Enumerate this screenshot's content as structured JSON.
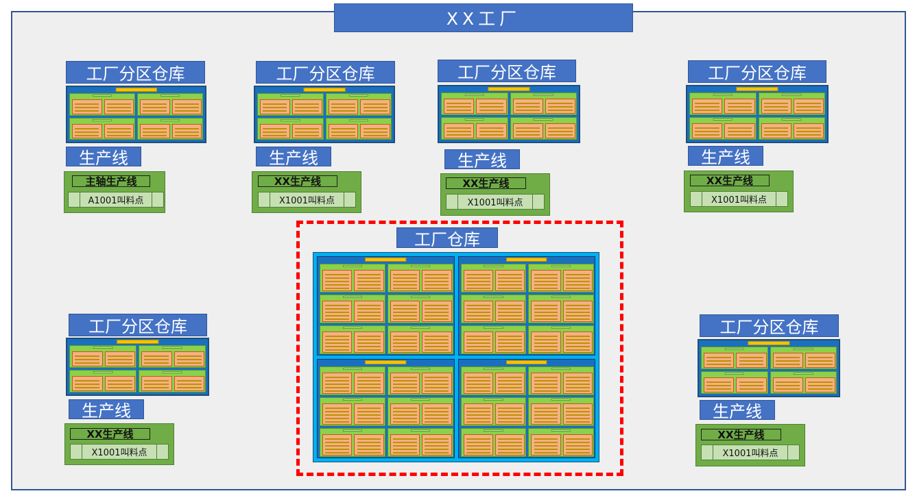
{
  "factory_title": "XX工厂",
  "main_warehouse": {
    "label": "工厂仓库"
  },
  "units": [
    {
      "id": "top-1",
      "warehouse_label": "工厂分区仓库",
      "line_label": "生产线",
      "line_name": "主轴生产线",
      "call_point": "A1001叫料点"
    },
    {
      "id": "top-2",
      "warehouse_label": "工厂分区仓库",
      "line_label": "生产线",
      "line_name": "XX生产线",
      "call_point": "X1001叫料点"
    },
    {
      "id": "top-3",
      "warehouse_label": "工厂分区仓库",
      "line_label": "生产线",
      "line_name": "XX生产线",
      "call_point": "X1001叫料点"
    },
    {
      "id": "top-4",
      "warehouse_label": "工厂分区仓库",
      "line_label": "生产线",
      "line_name": "XX生产线",
      "call_point": "X1001叫料点"
    },
    {
      "id": "bottom-left",
      "warehouse_label": "工厂分区仓库",
      "line_label": "生产线",
      "line_name": "XX生产线",
      "call_point": "X1001叫料点"
    },
    {
      "id": "bottom-right",
      "warehouse_label": "工厂分区仓库",
      "line_label": "生产线",
      "line_name": "XX生产线",
      "call_point": "X1001叫料点"
    }
  ],
  "colors": {
    "title_blue": "#4472c4",
    "plan_blue": "#1b6fbf",
    "main_plan_cyan": "#00b0f0",
    "zone_green": "#8bd14a",
    "cell_orange": "#f4b183",
    "line_green": "#70ad47",
    "call_point_green": "#c6e0b4",
    "highlight_red": "#ff0000"
  }
}
